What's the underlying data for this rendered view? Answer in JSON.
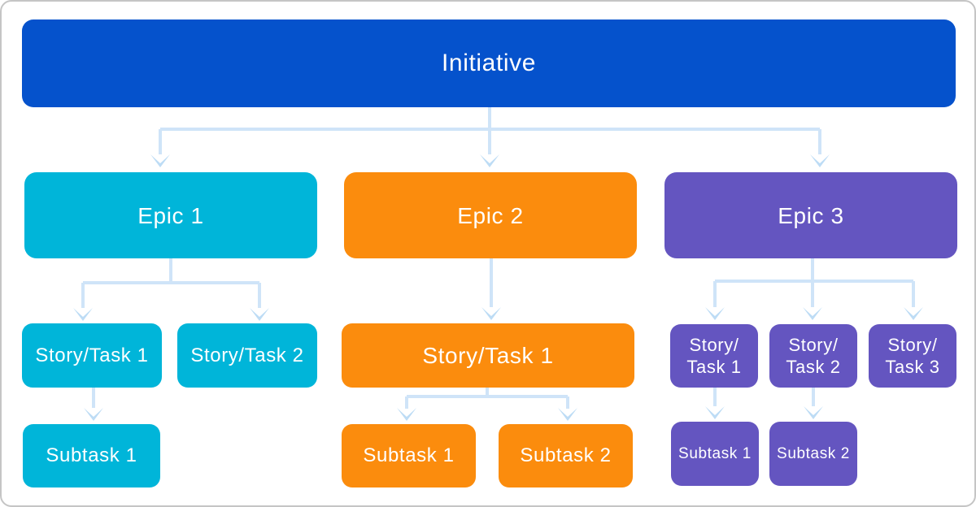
{
  "colors": {
    "initiative": "#0552CC",
    "epic1": "#00B5D9",
    "epic2": "#FB8C0D",
    "epic3": "#6455C0",
    "connector": "#CFE4F8",
    "arrow": "#BDDCF5",
    "text": "#FFFFFF",
    "border": "#C5C5C5",
    "background": "#FFFFFF"
  },
  "tree": {
    "initiative": {
      "label": "Initiative",
      "color": "#0552CC"
    },
    "epics": [
      {
        "label": "Epic 1",
        "color": "#00B5D9",
        "stories": [
          {
            "label": "Story/Task 1",
            "subtasks": [
              {
                "label": "Subtask 1"
              }
            ]
          },
          {
            "label": "Story/Task 2",
            "subtasks": []
          }
        ]
      },
      {
        "label": "Epic 2",
        "color": "#FB8C0D",
        "stories": [
          {
            "label": "Story/Task 1",
            "subtasks": [
              {
                "label": "Subtask 1"
              },
              {
                "label": "Subtask 2"
              }
            ]
          }
        ]
      },
      {
        "label": "Epic 3",
        "color": "#6455C0",
        "stories": [
          {
            "label": "Story/Task 1",
            "lines": [
              "Story/",
              "Task 1"
            ],
            "subtasks": [
              {
                "label": "Subtask 1"
              }
            ]
          },
          {
            "label": "Story/Task 2",
            "lines": [
              "Story/",
              "Task 2"
            ],
            "subtasks": [
              {
                "label": "Subtask 2"
              }
            ]
          },
          {
            "label": "Story/Task 3",
            "lines": [
              "Story/",
              "Task 3"
            ],
            "subtasks": []
          }
        ]
      }
    ]
  }
}
